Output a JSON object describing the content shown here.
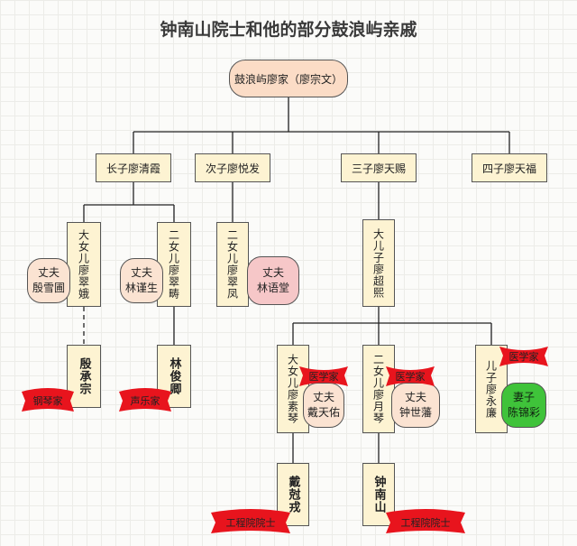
{
  "title": "钟南山院士和他的部分鼓浪屿亲戚",
  "root": "鼓浪屿廖家（廖宗文）",
  "sons": {
    "s1": "长子廖清霞",
    "s2": "次子廖悦发",
    "s3": "三子廖天赐",
    "s4": "四子廖天福"
  },
  "gen3": {
    "d1": "大女儿廖翠娥",
    "d2": "二女儿廖翠畴",
    "d3": "二女儿廖翠凤",
    "s3a": "大儿子廖超熙"
  },
  "spouses": {
    "h1": "丈夫\n殷雪圃",
    "h2": "丈夫\n林谨生",
    "h3": "丈夫\n林语堂",
    "h4": "丈夫\n戴天佑",
    "h5": "丈夫\n钟世藩",
    "w6": "妻子\n陈锦彩"
  },
  "gen4": {
    "c1": "殷承宗",
    "c2": "林俊卿",
    "g1": "大女儿廖素琴",
    "g2": "二女儿廖月琴",
    "g3": "儿子廖永廉"
  },
  "gen5": {
    "k1": "戴尅戎",
    "k2": "钟南山"
  },
  "badges": {
    "b1": "钢琴家",
    "b2": "声乐家",
    "b3": "医学家",
    "b4": "医学家",
    "b5": "医学家",
    "b6": "工程院院士",
    "b7": "工程院院士"
  },
  "colors": {
    "box_fill": "#fdf3d2",
    "root_fill": "#fbdcc6",
    "badge_red": "#e8141d",
    "spouse_green": "#3fc33a",
    "spouse_pink": "#f6c7c8"
  }
}
